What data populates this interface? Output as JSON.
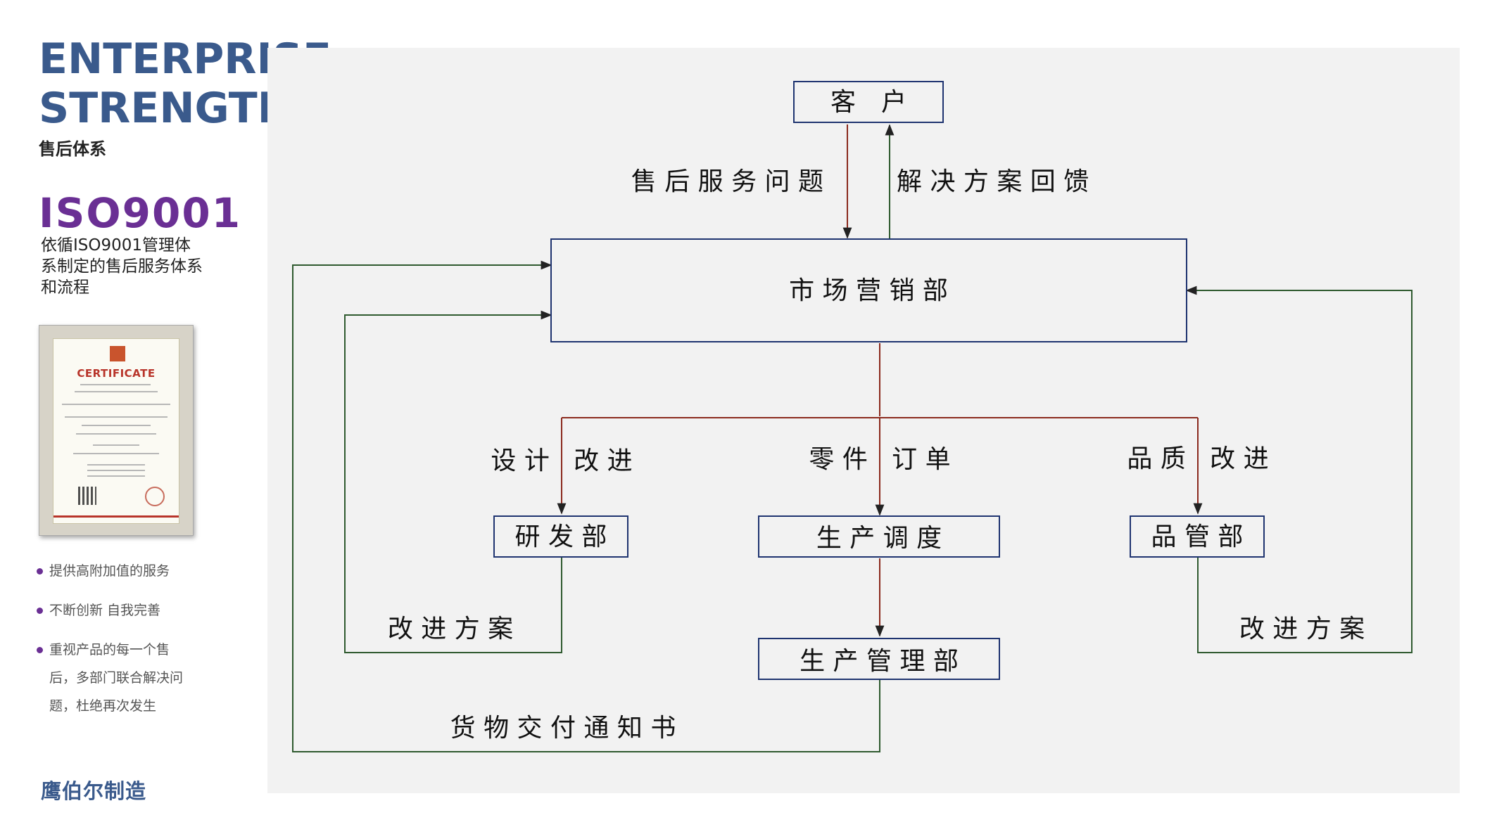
{
  "header": {
    "title_line1": "ENTERPRISE",
    "title_line2": "STRENGTH",
    "subtitle": "售后体系"
  },
  "iso": {
    "title": "ISO9001",
    "description": "依循ISO9001管理体系制定的售后服务体系和流程"
  },
  "certificate": {
    "title": "CERTIFICATE"
  },
  "bullets": [
    "提供高附加值的服务",
    "不断创新  自我完善",
    "重视产品的每一个售后，多部门联合解决问题，杜绝再次发生"
  ],
  "brand": "鹰伯尔制造",
  "colors": {
    "heading": "#3a5a8c",
    "accent": "#6a2f94",
    "box_border": "#1f3470",
    "arrow_red": "#8b2a1e",
    "arrow_green": "#2f5a2f",
    "panel_bg": "#f2f2f2"
  },
  "diagram": {
    "nodes": {
      "customer": "客　户",
      "marketing": "市 场 营 销 部",
      "rnd": "研 发 部",
      "production_scheduling": "生 产 调 度",
      "quality": "品 管 部",
      "production_management": "生 产 管 理 部"
    },
    "edge_labels": {
      "service_issue": "售 后 服 务 问 题",
      "solution_feedback": "解 决 方 案 回 馈",
      "design_improvement": "设 计   改 进",
      "parts_order": "零 件   订 单",
      "quality_improvement": "品 质   改 进",
      "improvement_plan_left": "改 进 方 案",
      "improvement_plan_right": "改 进 方 案",
      "delivery_notice": "货 物 交 付 通 知 书"
    }
  }
}
